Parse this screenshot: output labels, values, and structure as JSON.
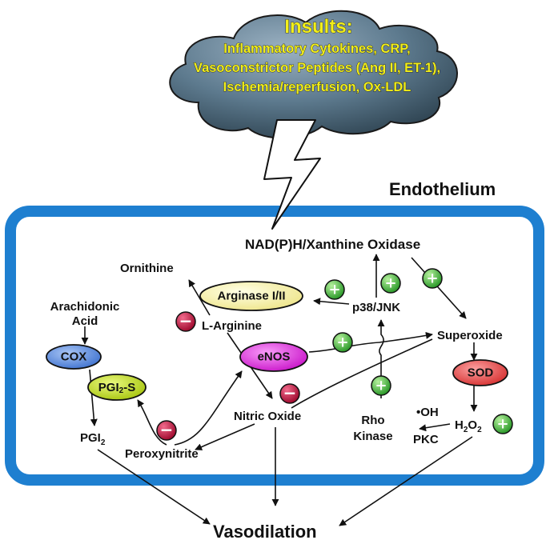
{
  "colors": {
    "cloud_fill": "#5d7a8e",
    "insult_text": "#f2ef1a",
    "frame": "#1e7fd0",
    "cox": "#5b8fe0",
    "pgi2s": "#c4e020",
    "arginase": "#f8f4a6",
    "enos": "#e02ce0",
    "sod": "#ec4848",
    "plus": "#49c23c",
    "minus": "#c8123e"
  },
  "insults": {
    "title": "Insults:",
    "lines": [
      "Inflammatory Cytokines, CRP,",
      "Vasoconstrictor Peptides (Ang II, ET-1),",
      "Ischemia/reperfusion, Ox-LDL"
    ]
  },
  "labels": {
    "endothelium": "Endothelium",
    "nadph": "NAD(P)H/Xanthine Oxidase",
    "ornithine": "Ornithine",
    "arachidonic_1": "Arachidonic",
    "arachidonic_2": "Acid",
    "l_arginine": "L-Arginine",
    "p38": "p38/JNK",
    "superoxide": "Superoxide",
    "nitric_oxide": "Nitric Oxide",
    "pgi2": "PGI",
    "pgi2_sub": "2",
    "peroxynitrite": "Peroxynitrite",
    "rho_1": "Rho",
    "rho_2": "Kinase",
    "oh": "•OH",
    "pkc": "PKC",
    "h2o2_h": "H",
    "h2o2_2a": "2",
    "h2o2_o": "O",
    "h2o2_2b": "2",
    "vasodilation": "Vasodilation"
  },
  "nodes": {
    "cox": "COX",
    "pgi2s": "PGI",
    "pgi2s_sub": "2",
    "pgi2s_suffix": "-S",
    "arginase": "Arginase I/II",
    "enos": "eNOS",
    "sod": "SOD"
  },
  "signs": {
    "plus": "+",
    "minus": "−"
  }
}
